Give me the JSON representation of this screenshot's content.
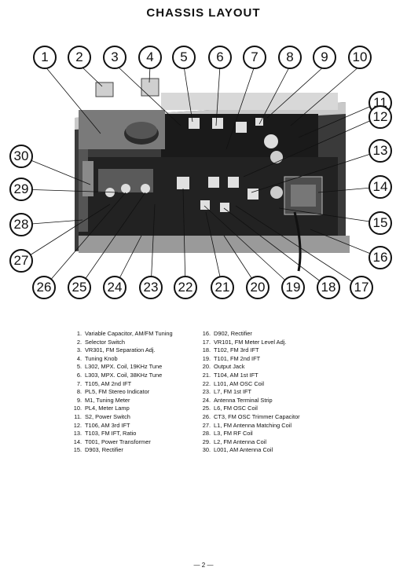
{
  "title": "CHASSIS LAYOUT",
  "callouts": [
    "1",
    "2",
    "3",
    "4",
    "5",
    "6",
    "7",
    "8",
    "9",
    "10",
    "11",
    "12",
    "13",
    "14",
    "15",
    "16",
    "17",
    "18",
    "19",
    "20",
    "21",
    "22",
    "23",
    "24",
    "25",
    "26",
    "27",
    "28",
    "29",
    "30"
  ],
  "legend_left": [
    {
      "num": "1.",
      "text": "Variable Capacitor, AM/FM Tuning"
    },
    {
      "num": "2.",
      "text": "Selector Switch"
    },
    {
      "num": "3.",
      "text": "VR301, FM Separation Adj."
    },
    {
      "num": "4.",
      "text": "Tuning Knob"
    },
    {
      "num": "5.",
      "text": "L302, MPX. Coil, 19KHz Tune"
    },
    {
      "num": "6.",
      "text": "L303, MPX. Coil, 38KHz Tune"
    },
    {
      "num": "7.",
      "text": "T105, AM 2nd IFT"
    },
    {
      "num": "8.",
      "text": "PL5, FM Stereo Indicator"
    },
    {
      "num": "9.",
      "text": "M1, Tuning Meter"
    },
    {
      "num": "10.",
      "text": "PL4, Meter Lamp"
    },
    {
      "num": "11.",
      "text": "S2, Power Switch"
    },
    {
      "num": "12.",
      "text": "T106, AM 3rd IFT"
    },
    {
      "num": "13.",
      "text": "T103, FM IFT, Ratio"
    },
    {
      "num": "14.",
      "text": "T001, Power Transformer"
    },
    {
      "num": "15.",
      "text": "D903, Rectifier"
    }
  ],
  "legend_right": [
    {
      "num": "16.",
      "text": "D902, Rectifier"
    },
    {
      "num": "17.",
      "text": "VR101, FM Meter Level Adj."
    },
    {
      "num": "18.",
      "text": "T102, FM 3rd IFT"
    },
    {
      "num": "19.",
      "text": "T101, FM 2nd IFT"
    },
    {
      "num": "20.",
      "text": "Output Jack"
    },
    {
      "num": "21.",
      "text": "T104, AM 1st IFT"
    },
    {
      "num": "22.",
      "text": "L101, AM OSC Coil"
    },
    {
      "num": "23.",
      "text": "L7, FM 1st IFT"
    },
    {
      "num": "24.",
      "text": "Antenna Terminal Strip"
    },
    {
      "num": "25.",
      "text": "L6, FM OSC Coil"
    },
    {
      "num": "26.",
      "text": "CT3, FM OSC Trimmer Capacitor"
    },
    {
      "num": "27.",
      "text": "L1, FM Antenna Matching Coil"
    },
    {
      "num": "28.",
      "text": "L3, FM RF Coil"
    },
    {
      "num": "29.",
      "text": "L2, FM Antenna Coil"
    },
    {
      "num": "30.",
      "text": "L001, AM Antenna Coil"
    }
  ],
  "footer": "— 2 —"
}
